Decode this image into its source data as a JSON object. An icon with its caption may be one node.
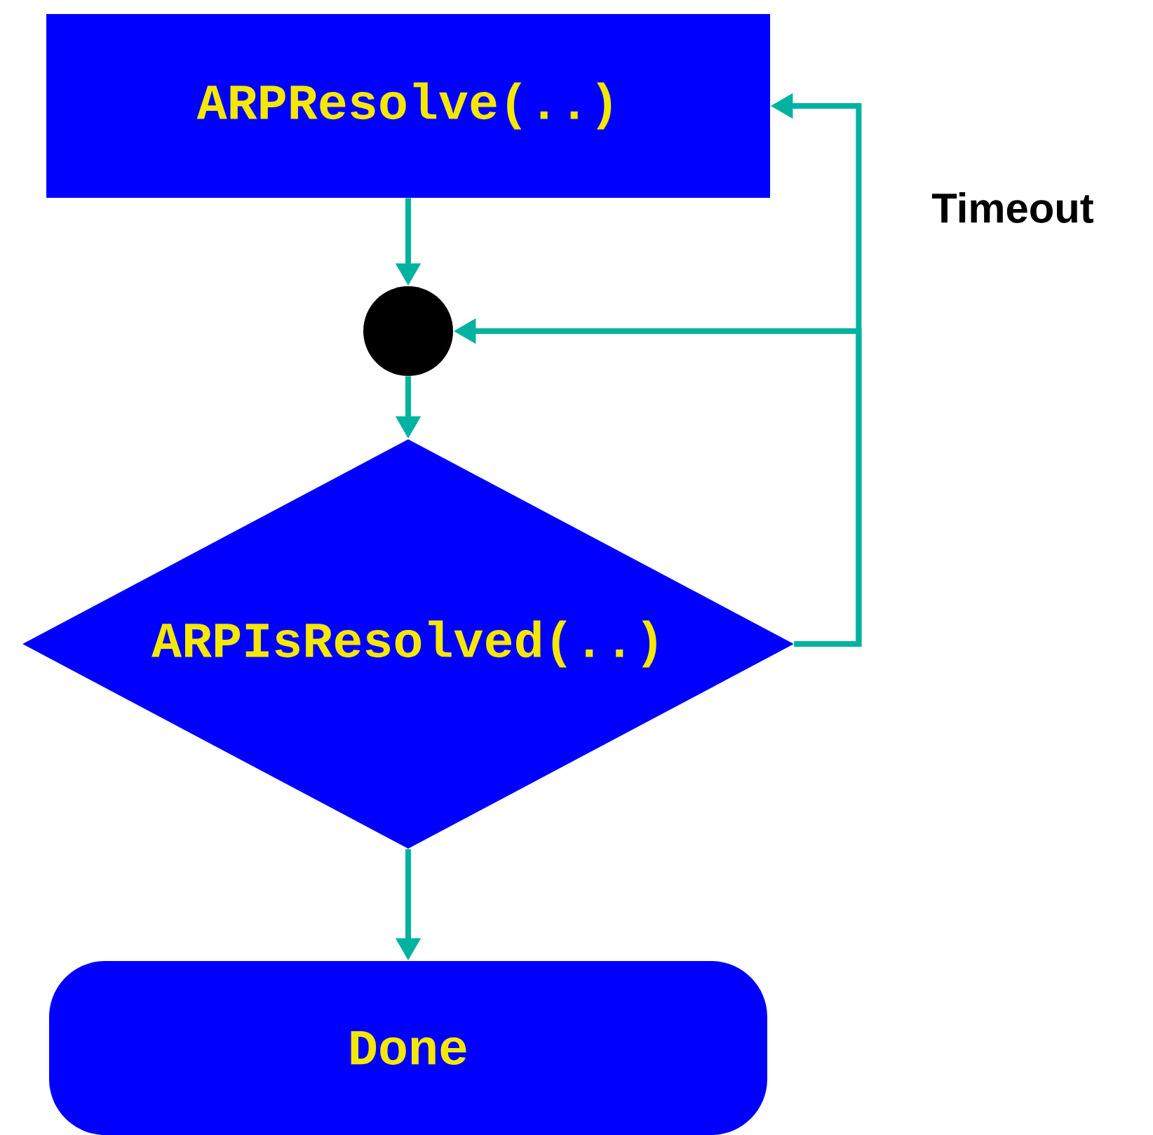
{
  "diagram": {
    "nodes": [
      {
        "text": [
          "ARPResolve(..)"
        ]
      },
      {
        "text": [],
        "shape": "circle"
      },
      {
        "text": [
          "ARPIsResolved(..)"
        ]
      },
      {
        "text": [
          "Done"
        ]
      }
    ],
    "edges": [
      {
        "from": 0,
        "to": 1,
        "arrow": "to"
      },
      {
        "from": 1,
        "to": 2,
        "arrow": "to"
      },
      {
        "from": 2,
        "to": 3,
        "arrow": "to"
      },
      {
        "from": 2,
        "to": 0,
        "arrow": "to",
        "label": "Timeout"
      },
      {
        "from": 2,
        "to": 1,
        "arrow": "to"
      }
    ]
  }
}
